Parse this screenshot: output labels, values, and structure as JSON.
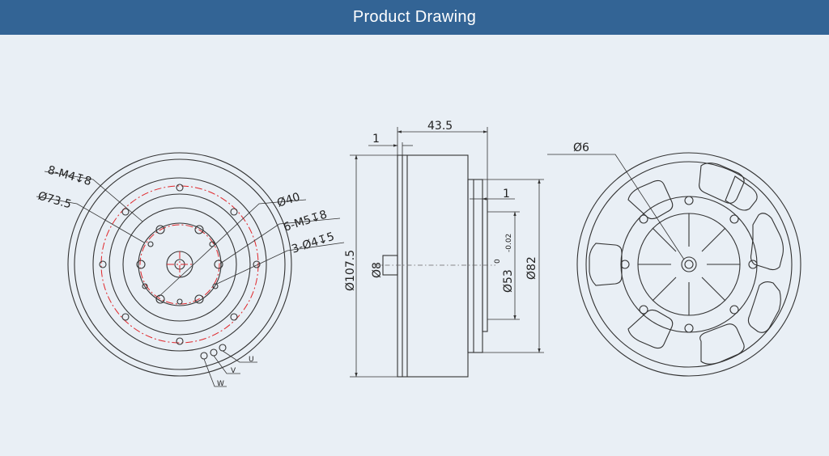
{
  "header": {
    "title": "Product Drawing"
  },
  "colors": {
    "header_bg": "#336495",
    "page_bg": "#e9eff5",
    "line": "#333333",
    "centerline": "#e0262a"
  },
  "front_view": {
    "labels": {
      "m4": "8-M4↧8",
      "d735": "Ø73.5",
      "d40": "Ø40",
      "m5": "6-M5↧8",
      "d4": "3-Ø4↧5",
      "u": "U",
      "v": "V",
      "w": "W"
    }
  },
  "side_view": {
    "labels": {
      "width": "43.5",
      "flange": "1",
      "step": "1",
      "d1075": "Ø107.5",
      "d8": "Ø8",
      "d53": "Ø53",
      "tol_upper": "0",
      "tol_lower": "-0.02",
      "d82": "Ø82"
    }
  },
  "rear_view": {
    "labels": {
      "d6": "Ø6"
    }
  }
}
